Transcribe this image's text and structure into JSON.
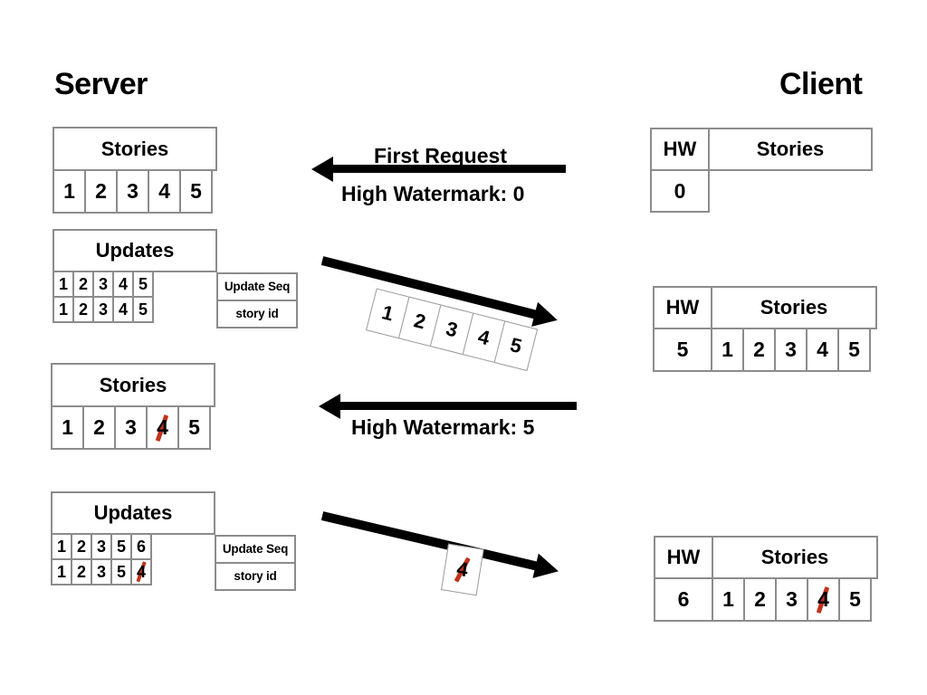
{
  "columns": {
    "server_title": "Server",
    "client_title": "Client"
  },
  "labels": {
    "stories": "Stories",
    "updates": "Updates",
    "hw": "HW",
    "update_seq": "Update Seq",
    "story_id": "story id"
  },
  "server": {
    "stories_1": {
      "header": "Stories",
      "cells": [
        "1",
        "2",
        "3",
        "4",
        "5"
      ]
    },
    "updates_1": {
      "header": "Updates",
      "update_seq_label": "Update Seq",
      "story_id_label": "story id",
      "update_seq": [
        "1",
        "2",
        "3",
        "4",
        "5"
      ],
      "story_id": [
        "1",
        "2",
        "3",
        "4",
        "5"
      ]
    },
    "stories_2": {
      "header": "Stories",
      "cells": [
        "1",
        "2",
        "3",
        "4",
        "5"
      ],
      "struck_index": 3
    },
    "updates_2": {
      "header": "Updates",
      "update_seq_label": "Update Seq",
      "story_id_label": "story id",
      "update_seq": [
        "1",
        "2",
        "3",
        "5",
        "6"
      ],
      "story_id": [
        "1",
        "2",
        "3",
        "5",
        "4"
      ],
      "story_id_struck_index": 4
    }
  },
  "client": {
    "state_1": {
      "hw_header": "HW",
      "stories_header": "Stories",
      "hw_value": "0",
      "stories": []
    },
    "state_2": {
      "hw_header": "HW",
      "stories_header": "Stories",
      "hw_value": "5",
      "stories": [
        "1",
        "2",
        "3",
        "4",
        "5"
      ]
    },
    "state_3": {
      "hw_header": "HW",
      "stories_header": "Stories",
      "hw_value": "6",
      "stories": [
        "1",
        "2",
        "3",
        "4",
        "5"
      ],
      "struck_index": 3
    }
  },
  "messages": {
    "first_request": "First Request",
    "high_watermark_0": "High Watermark: 0",
    "high_watermark_5": "High Watermark: 5",
    "payload_1": [
      "1",
      "2",
      "3",
      "4",
      "5"
    ],
    "payload_2": [
      "4"
    ],
    "payload_2_struck": true
  },
  "colors": {
    "border": "#8c8c8c",
    "arrow": "#000000",
    "strike_red": "#c0331a",
    "text": "#000000",
    "background": "#ffffff"
  }
}
